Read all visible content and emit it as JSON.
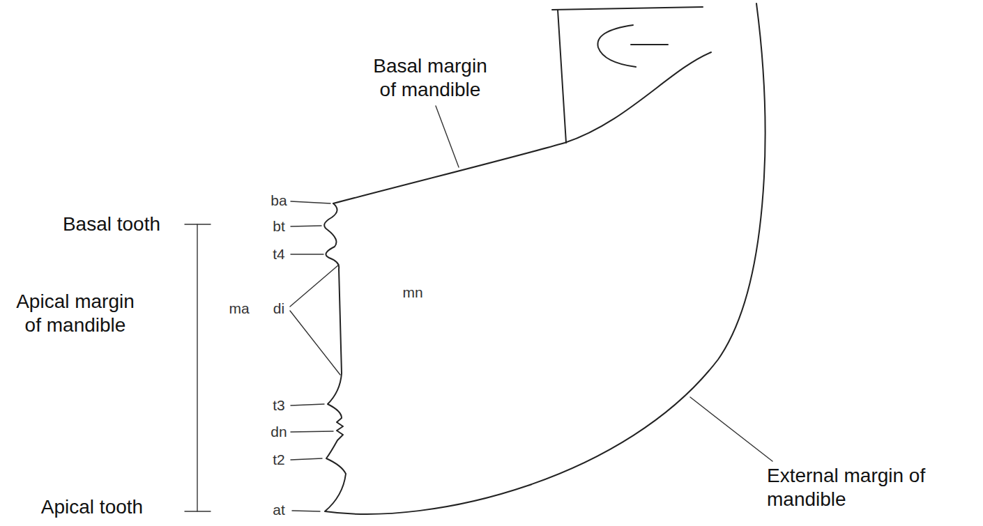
{
  "diagram": {
    "labels": [
      "Basal margin of mandible",
      "ba",
      "Basal tooth",
      "bt",
      "t4",
      "mn",
      "Apical margin of mandible",
      "ma",
      "di",
      "t3",
      "dn",
      "t2",
      "External margin of mandible",
      "Apical tooth",
      "at"
    ]
  }
}
